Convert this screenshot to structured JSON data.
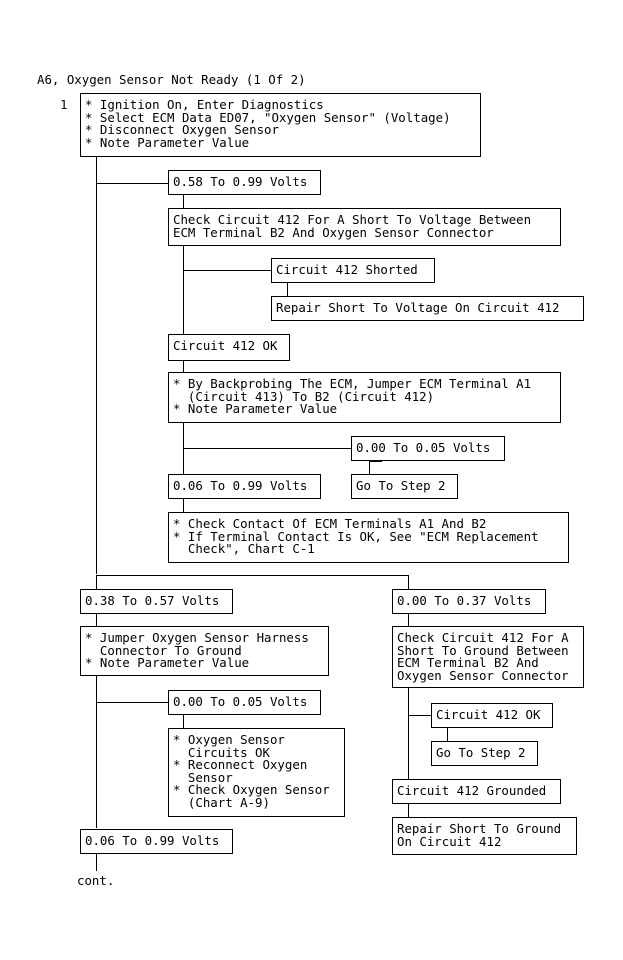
{
  "title": "A6, Oxygen Sensor Not Ready (1 Of 2)",
  "step_number": "1",
  "boxes": {
    "b1": [
      "* Ignition On, Enter Diagnostics",
      "* Select ECM Data ED07, \"Oxygen Sensor\" (Voltage)",
      "* Disconnect Oxygen Sensor",
      "* Note Parameter Value"
    ],
    "b2": [
      "0.58 To 0.99 Volts"
    ],
    "b3": [
      "Check Circuit 412 For A Short To Voltage Between",
      "ECM Terminal B2 And Oxygen Sensor Connector"
    ],
    "b4": [
      "Circuit 412 Shorted"
    ],
    "b5": [
      "Repair Short To Voltage On Circuit 412"
    ],
    "b6": [
      "Circuit 412 OK"
    ],
    "b7": [
      "* By Backprobing The ECM, Jumper ECM Terminal A1",
      "  (Circuit 413) To B2 (Circuit 412)",
      "* Note Parameter Value"
    ],
    "b8": [
      "0.00 To 0.05 Volts"
    ],
    "b9": [
      "0.06 To 0.99 Volts"
    ],
    "b10": [
      "Go To Step 2"
    ],
    "b11": [
      "* Check Contact Of ECM Terminals A1 And B2",
      "* If Terminal Contact Is OK, See \"ECM Replacement",
      "  Check\", Chart C-1"
    ],
    "b12": [
      "0.38 To 0.57 Volts"
    ],
    "b13": [
      "0.00 To 0.37 Volts"
    ],
    "b14": [
      "* Jumper Oxygen Sensor Harness",
      "  Connector To Ground",
      "* Note Parameter Value"
    ],
    "b15": [
      "Check Circuit 412 For A",
      "Short To Ground Between",
      "ECM Terminal B2 And",
      "Oxygen Sensor Connector"
    ],
    "b16": [
      "0.00 To 0.05 Volts"
    ],
    "b17": [
      "Circuit 412 OK"
    ],
    "b18": [
      "* Oxygen Sensor",
      "  Circuits OK",
      "* Reconnect Oxygen",
      "  Sensor",
      "* Check Oxygen Sensor",
      "  (Chart A-9)"
    ],
    "b19": [
      "Go To Step 2"
    ],
    "b20": [
      "Circuit 412 Grounded"
    ],
    "b21": [
      "0.06 To 0.99 Volts"
    ],
    "b22": [
      "Repair Short To Ground",
      "On Circuit 412"
    ]
  },
  "footer": "cont."
}
